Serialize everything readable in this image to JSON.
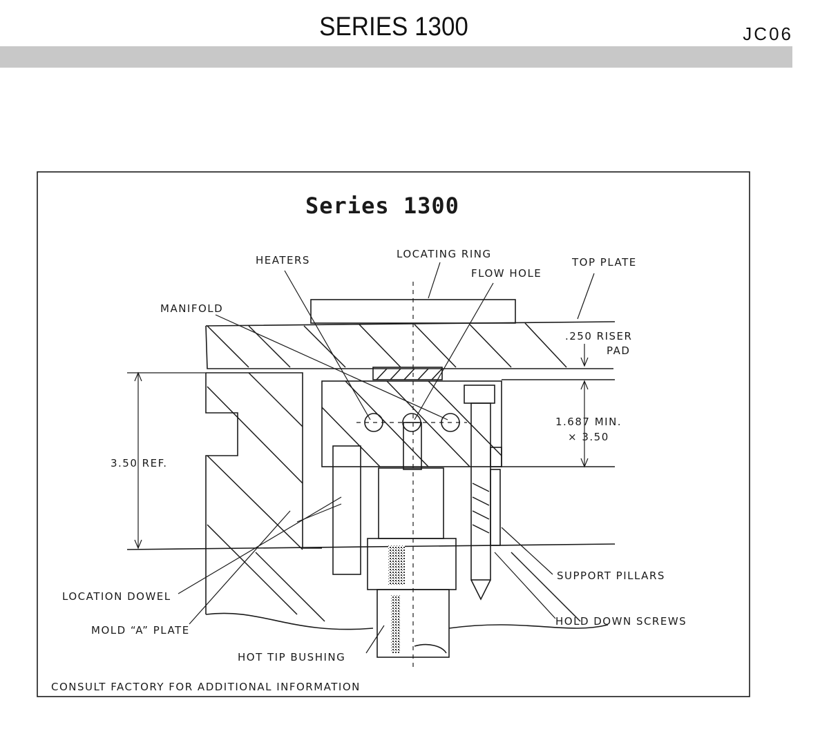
{
  "header": {
    "title": "SERIES 1300",
    "code": "JC06"
  },
  "diagram": {
    "title": "Series 1300",
    "labels": {
      "heaters": "HEATERS",
      "locating_ring": "LOCATING RING",
      "flow_hole": "FLOW HOLE",
      "top_plate": "TOP PLATE",
      "manifold": "MANIFOLD",
      "riser_pad_1": ".250 RISER",
      "riser_pad_2": "PAD",
      "min_dim_1": "1.687 MIN.",
      "min_dim_2": "× 3.50",
      "ref_dim": "3.50 REF.",
      "support_pillars": "SUPPORT PILLARS",
      "hold_down_screws": "HOLD DOWN SCREWS",
      "location_dowel": "LOCATION DOWEL",
      "mold_a_plate": "MOLD “A” PLATE",
      "hot_tip_bushing": "HOT TIP BUSHING"
    },
    "footer_note": "CONSULT FACTORY FOR ADDITIONAL INFORMATION"
  }
}
